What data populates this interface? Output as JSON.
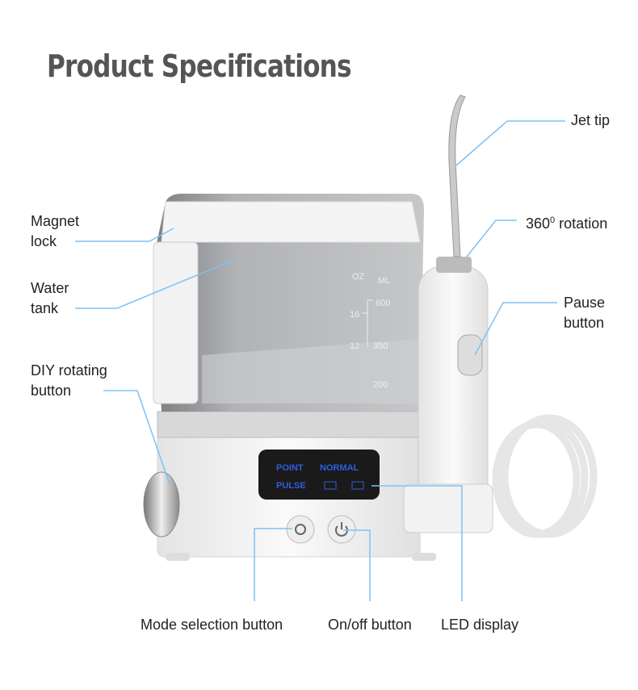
{
  "title": "Product Specifications",
  "labels": {
    "jet_tip": "Jet tip",
    "rotation": "360",
    "rotation_sup": "0",
    "rotation_suffix": " rotation",
    "pause_line1": "Pause",
    "pause_line2": "button",
    "magnet_line1": "Magnet",
    "magnet_line2": "lock",
    "water_line1": "Water",
    "water_line2": "tank",
    "diy_line1": "DIY rotating",
    "diy_line2": "button",
    "mode": "Mode selection button",
    "onoff": "On/off button",
    "led": "LED display"
  },
  "display": {
    "point": "POINT",
    "normal": "NORMAL",
    "pulse": "PULSE"
  },
  "tank_scale": {
    "oz": "OZ",
    "ml": "ML",
    "oz_16": "16",
    "ml_600": "600",
    "oz_12": "12",
    "ml_350": "350",
    "ml_200": "200"
  },
  "colors": {
    "leader": "#7fc1f2",
    "led": "#2f5fe0",
    "title": "#555555"
  }
}
